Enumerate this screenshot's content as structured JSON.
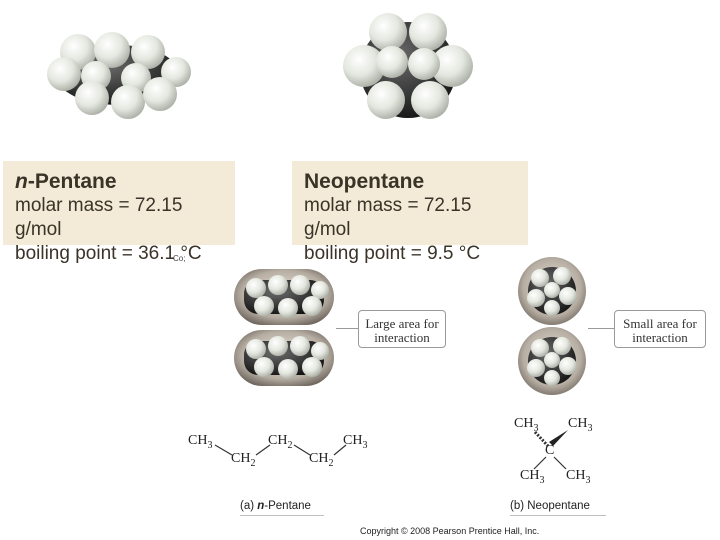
{
  "info": {
    "pentane": {
      "name_prefix": "n",
      "name_suffix": "-Pentane",
      "molar_mass": "molar mass = 72.15 g/mol",
      "boiling_point": "boiling point = 36.1 °C"
    },
    "neopentane": {
      "name": "Neopentane",
      "molar_mass": "molar mass = 72.15 g/mol",
      "boiling_point": "boiling point = 9.5 °C"
    }
  },
  "fragment_text": "Co;",
  "callouts": {
    "large": "Large area for interaction",
    "small": "Small area for interaction"
  },
  "pentane_structure": {
    "top": [
      "CH",
      "CH",
      "CH"
    ],
    "top_sub": [
      "3",
      "2",
      "3"
    ],
    "bottom": [
      "CH",
      "CH"
    ],
    "bottom_sub": [
      "2",
      "2"
    ]
  },
  "neopentane_structure": {
    "groups": [
      "CH",
      "CH",
      "CH",
      "CH"
    ],
    "subs": [
      "3",
      "3",
      "3",
      "3"
    ],
    "center": "C"
  },
  "captions": {
    "a_prefix": "(a) ",
    "a_italic": "n",
    "a_suffix": "-Pentane",
    "b": "(b) Neopentane"
  },
  "copyright": "Copyright © 2008 Pearson Prentice Hall, Inc.",
  "colors": {
    "panel": "#f3ead8",
    "hydrogen": "#e8ebe4",
    "carbon": "#2a2a2a",
    "shell": "#8a8178"
  }
}
